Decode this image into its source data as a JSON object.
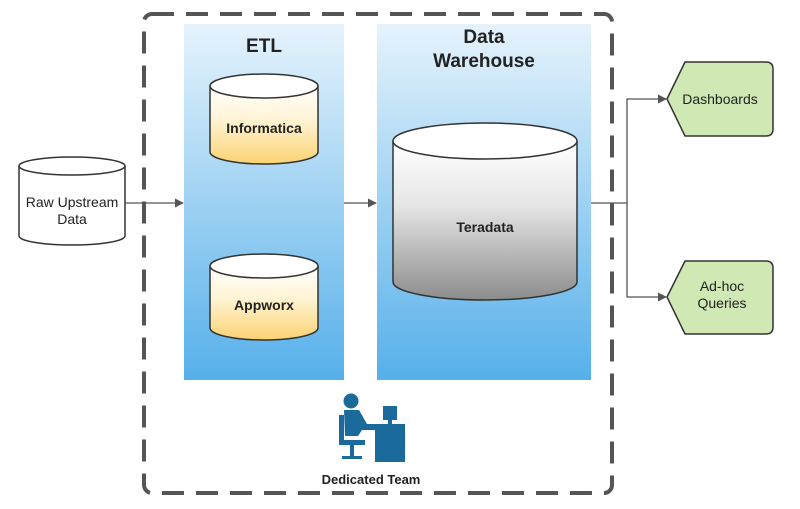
{
  "source": {
    "label_line1": "Raw Upstream",
    "label_line2": "Data"
  },
  "etl": {
    "title": "ETL",
    "tools": [
      {
        "label": "Informatica"
      },
      {
        "label": "Appworx"
      }
    ]
  },
  "warehouse": {
    "title_line1": "Data",
    "title_line2": "Warehouse",
    "db_label": "Teradata"
  },
  "team": {
    "label": "Dedicated Team"
  },
  "outputs": [
    {
      "label_line1": "Dashboards",
      "label_line2": ""
    },
    {
      "label_line1": "Ad-hoc",
      "label_line2": "Queries"
    }
  ],
  "colors": {
    "panel_top": "#e6f3fc",
    "panel_bottom": "#56b0ea",
    "db_yellow": "#fbd271",
    "db_gray": "#8c8c8c",
    "output_green": "#cfe8b4",
    "team_icon": "#1b6a9c",
    "border_dash": "#555555"
  },
  "icons": {
    "team": "person-at-computer-icon"
  }
}
